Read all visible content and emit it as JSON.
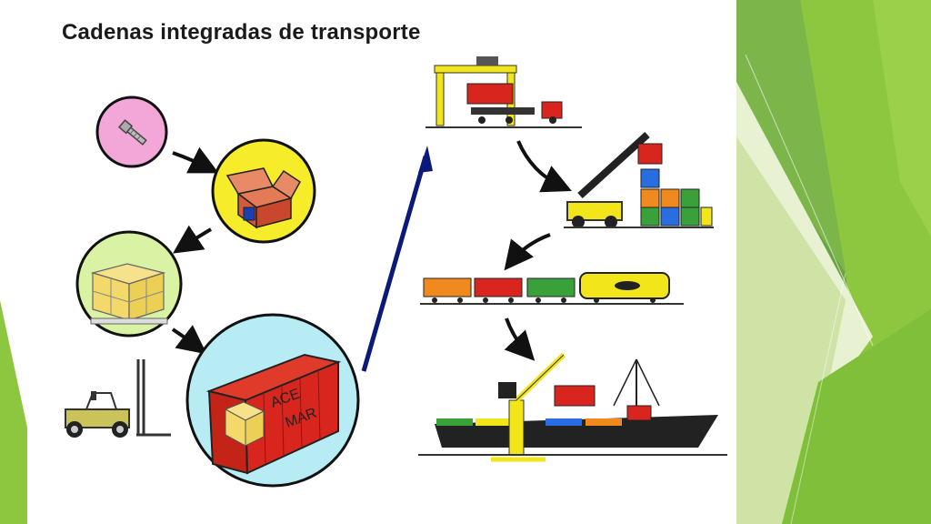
{
  "slide": {
    "title": "Cadenas integradas de transporte"
  },
  "labels": {
    "container_text_line1": "ACE",
    "container_text_line2": "MAR"
  },
  "icons": {
    "stage_1": "bolt-icon",
    "stage_2": "open-box-icon",
    "stage_3": "pallet-icon",
    "stage_4": "container-icon",
    "forklift": "forklift-icon",
    "gantry": "gantry-crane-truck-icon",
    "reach_stacker": "reach-stacker-icon",
    "train": "freight-train-icon",
    "ship": "container-ship-icon"
  },
  "colors": {
    "green_dark": "#6aa343",
    "green_light": "#8dc63f",
    "pink": "#f2a7d8",
    "yellow": "#f7ec2a",
    "light_green_circle": "#d9f2a4",
    "cyan": "#b8ecf4",
    "arrow_blue": "#0b1a7a",
    "container_red": "#d8261f"
  }
}
